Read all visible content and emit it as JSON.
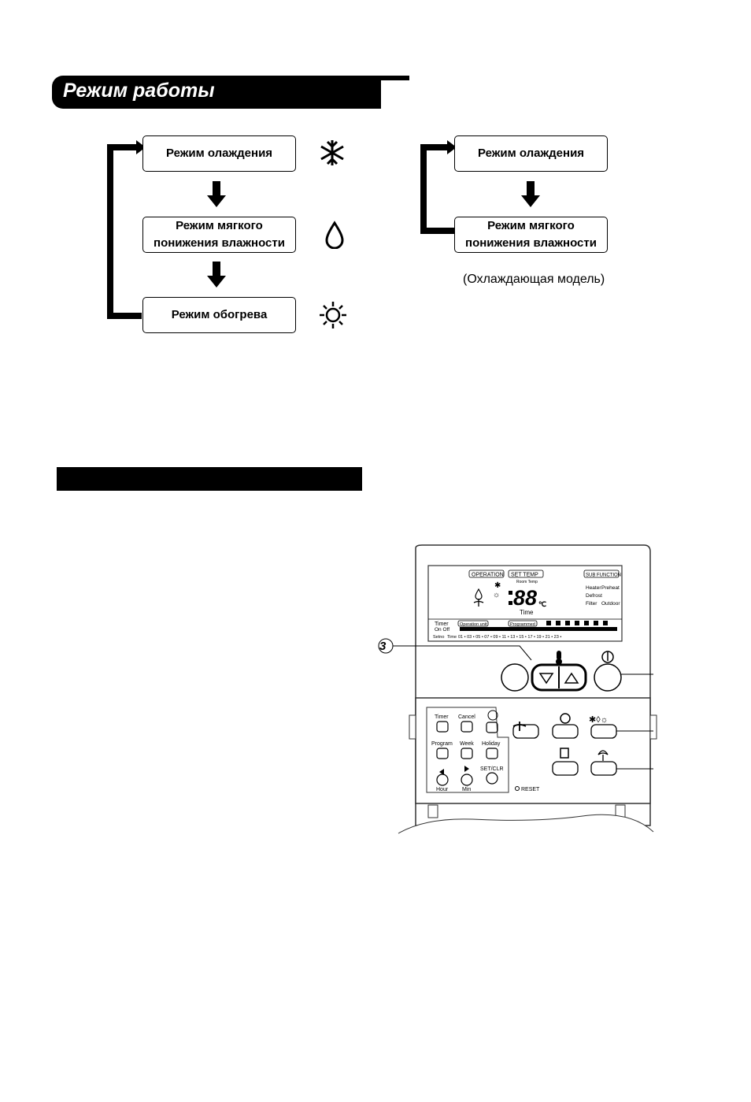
{
  "section": {
    "title": "Режим работы"
  },
  "left_flow": {
    "modes": [
      {
        "label": "Режим олаждения",
        "icon": "snowflake-icon"
      },
      {
        "label_line1": "Режим мягкого",
        "label_line2": "понижения влажности",
        "icon": "drop-icon"
      },
      {
        "label": "Режим обогрева",
        "icon": "sun-icon"
      }
    ]
  },
  "right_flow": {
    "modes": [
      {
        "label": "Режим олаждения"
      },
      {
        "label_line1": "Режим мягкого",
        "label_line2": "понижения влажности"
      }
    ],
    "note": "(Охлаждающая модель)"
  },
  "remote": {
    "display": {
      "operation": "OPERATION",
      "set_temp": "SET TEMP",
      "sub_function": "SUB FUNCTION",
      "room_temp": "Room Temp",
      "digits": "88",
      "unit": "℃",
      "time": "Time",
      "heater": "Heater",
      "preheat": "Preheat",
      "defrost": "Defrost",
      "filter": "Filter",
      "outdoor": "Outdoor",
      "timer": "Timer",
      "on_off": "On  Off",
      "operation_unit": "Operation unit",
      "programmed": "Programmed",
      "setno": "Setno",
      "time_row": "Time",
      "hours": "01 • 03 • 05 • 07 • 09 • 11 • 13 • 15 • 17 • 19 • 21 • 23 •"
    },
    "callout_number": "3",
    "buttons": {
      "timer": "Timer",
      "cancel": "Cancel",
      "program": "Program",
      "week": "Week",
      "holiday": "Holiday",
      "hour": "Hour",
      "min": "Min",
      "set_clr": "SET/CLR",
      "reset": "RESET"
    },
    "icons": {
      "power": "power-icon",
      "temp": "thermometer-icon",
      "fan_speed": "fan-speed-icon",
      "fan": "fan-icon",
      "mode": "mode-icons",
      "swing": "swing-icon",
      "timer_adv": "timer-advanced-icon"
    }
  }
}
